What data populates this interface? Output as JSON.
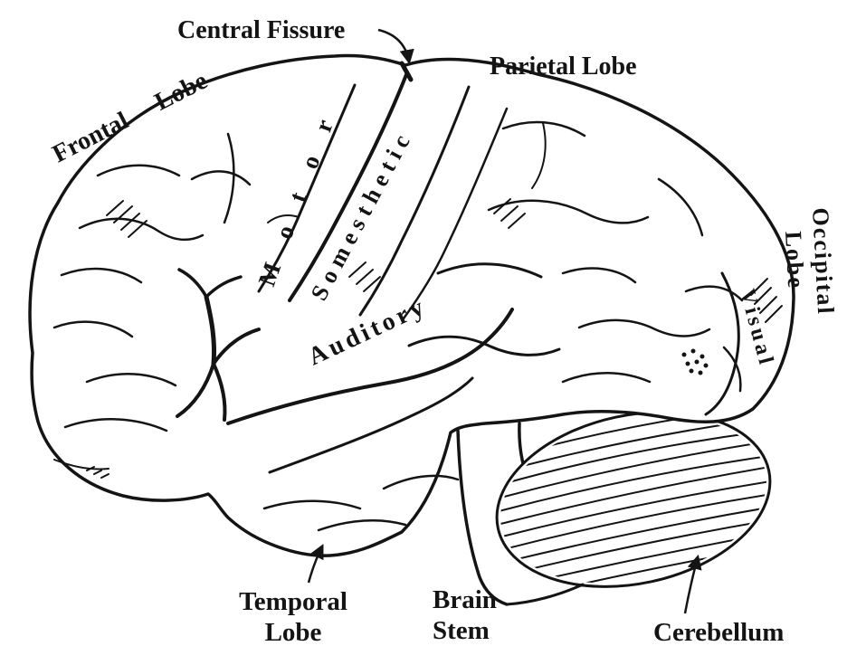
{
  "figure": {
    "colors": {
      "ink": "#141414",
      "background": "#ffffff"
    },
    "labels": {
      "central_fissure": "Central Fissure",
      "frontal_lobe": "Frontal Lobe",
      "parietal_lobe": "Parietal Lobe",
      "motor": "Motor",
      "somesthetic": "Somesthetic",
      "auditory": "Auditory",
      "visual": "Visual",
      "occipital_line1": "Occipital",
      "occipital_line2": "Lobe",
      "temporal_line1": "Temporal",
      "temporal_line2": "Lobe",
      "brain_stem_line1": "Brain",
      "brain_stem_line2": "Stem",
      "cerebellum": "Cerebellum"
    }
  }
}
